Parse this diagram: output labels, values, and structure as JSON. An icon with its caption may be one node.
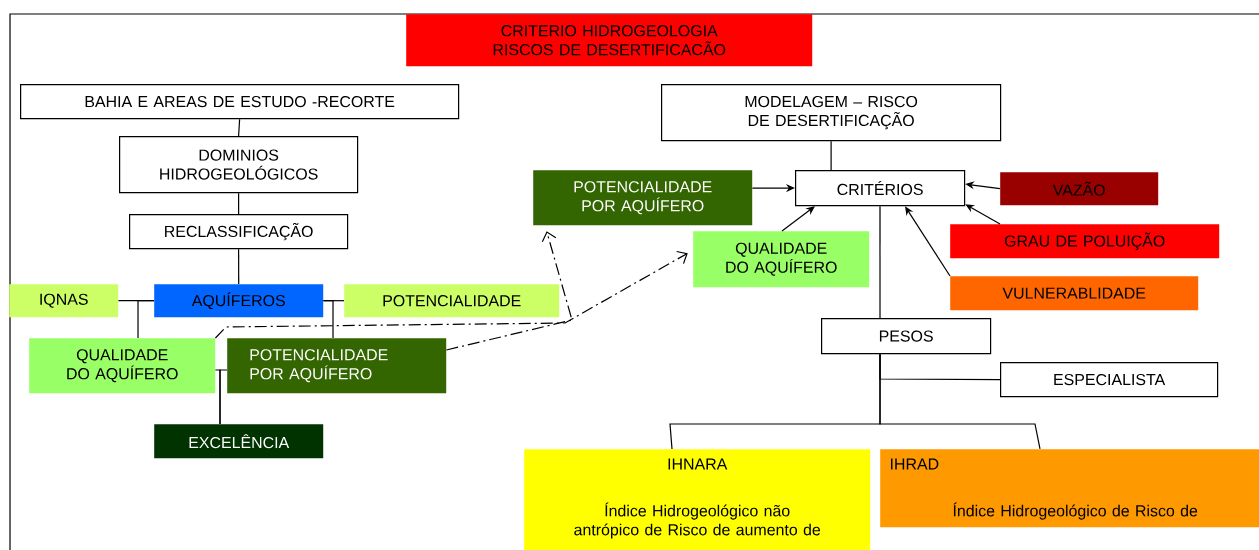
{
  "diagram": {
    "nodes": [
      {
        "text": [
          "CRITERIO HIDROGEOLOGIA RISCOS DE DESERTIFICACÃO"
        ]
      },
      {
        "text": [
          "BAHIA E AREAS DE ESTUDO -RECORTE"
        ]
      },
      {
        "text": [
          "DOMINIOS HIDROGEOLÓGICOS"
        ]
      },
      {
        "text": [
          "RECLASSIFICAÇÃO"
        ]
      },
      {
        "text": [
          "IQNAS"
        ]
      },
      {
        "text": [
          "AQUÍFEROS"
        ]
      },
      {
        "text": [
          "POTENCIALIDADE"
        ]
      },
      {
        "text": [
          "QUALIDADE DO AQUÍFERO"
        ]
      },
      {
        "text": [
          "POTENCIALIDADE POR AQUÍFERO"
        ]
      },
      {
        "text": [
          "EXCELÊNCIA"
        ]
      },
      {
        "text": [
          "MODELAGEM – RISCO DE DESERTIFICAÇÃO"
        ]
      },
      {
        "text": [
          "POTENCIALIDADE POR AQUÍFERO"
        ]
      },
      {
        "text": [
          "CRITÉRIOS"
        ]
      },
      {
        "text": [
          "VAZÃO"
        ]
      },
      {
        "text": [
          "QUALIDADE DO AQUÍFERO"
        ]
      },
      {
        "text": [
          "GRAU DE POLUIÇÃO"
        ]
      },
      {
        "text": [
          "VULNERABLIDADE"
        ]
      },
      {
        "text": [
          "PESOS"
        ]
      },
      {
        "text": [
          "ESPECIALISTA"
        ]
      },
      {
        "text": [
          "IHNARA",
          "Índice Hidrogeológico não antrópico de Risco de aumento de"
        ]
      },
      {
        "text": [
          "IHRAD",
          "Índice Hidrogeológico de Risco de"
        ]
      }
    ],
    "edges": [
      {
        "from": 1,
        "to": 2,
        "arrow": "none"
      },
      {
        "from": 2,
        "to": 3,
        "arrow": "none"
      },
      {
        "from": 3,
        "to": 5,
        "arrow": "none"
      },
      {
        "from": 5,
        "to": 4,
        "arrow": "none"
      },
      {
        "from": 5,
        "to": 7,
        "arrow": "none"
      },
      {
        "from": 5,
        "to": 6,
        "arrow": "none"
      },
      {
        "from": 5,
        "to": 8,
        "arrow": "none"
      },
      {
        "from": 9,
        "to": 7,
        "arrow": "none"
      },
      {
        "from": 9,
        "to": 8,
        "arrow": "none"
      },
      {
        "from": 7,
        "to": 14,
        "arrow": "to",
        "style": "dashed"
      },
      {
        "from": 8,
        "to": 11,
        "arrow": "to",
        "style": "dashed"
      },
      {
        "from": 11,
        "to": 12,
        "arrow": "to"
      },
      {
        "from": 14,
        "to": 12,
        "arrow": "to"
      },
      {
        "from": 13,
        "to": 12,
        "arrow": "to"
      },
      {
        "from": 15,
        "to": 12,
        "arrow": "to"
      },
      {
        "from": 16,
        "to": 12,
        "arrow": "to"
      },
      {
        "from": 10,
        "to": 12,
        "arrow": "none"
      },
      {
        "from": 12,
        "to": 17,
        "arrow": "none"
      },
      {
        "from": 17,
        "to": 18,
        "arrow": "none"
      },
      {
        "from": 17,
        "to": 19,
        "arrow": "none"
      },
      {
        "from": 17,
        "to": 20,
        "arrow": "none"
      }
    ]
  }
}
